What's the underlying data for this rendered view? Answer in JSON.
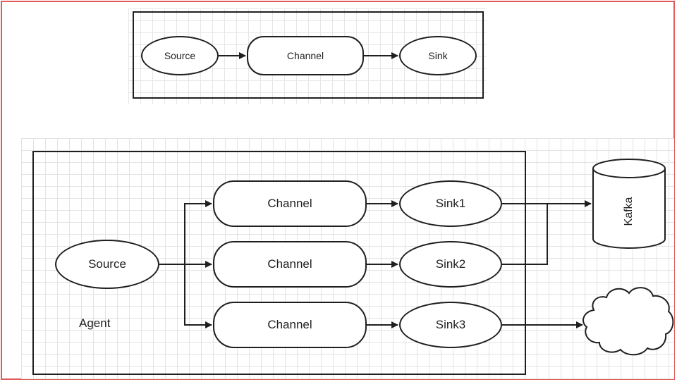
{
  "top_flow": {
    "source": "Source",
    "channel": "Channel",
    "sink": "Sink"
  },
  "agent_flow": {
    "source": "Source",
    "agent_label": "Agent",
    "channels": [
      "Channel",
      "Channel",
      "Channel"
    ],
    "sinks": [
      "Sink1",
      "Sink2",
      "Sink3"
    ]
  },
  "targets": {
    "kafka": "Kafka"
  },
  "colors": {
    "stroke": "#1f1f1f",
    "canvas_border": "#e05a5a",
    "grid": "#e3e3e3"
  }
}
